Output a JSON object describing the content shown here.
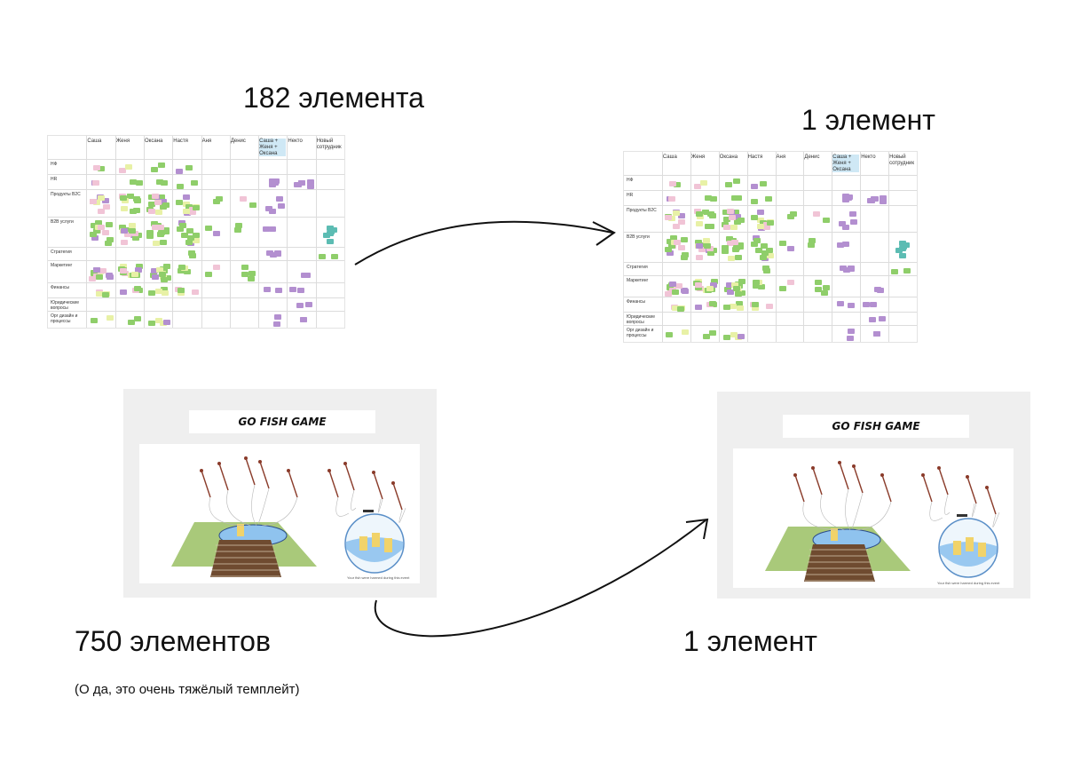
{
  "labels": {
    "top_left_count": "182 элемента",
    "top_right_count": "1 элемент",
    "bottom_left_count": "750 элементов",
    "bottom_right_count": "1 элемент",
    "bottom_note": "(О да, это очень тяжёлый темплейт)"
  },
  "board": {
    "columns": [
      "Саша",
      "Женя",
      "Оксана",
      "Настя",
      "Аня",
      "Денис",
      "Саша + Женя + Оксана",
      "Некто",
      "Новый сотрудник"
    ],
    "rows": [
      "НФ",
      "HR",
      "Продукты B2C",
      "B2B услуги",
      "Стратегия",
      "Маркетинг",
      "Финансы",
      "Юридические вопросы",
      "Орг дизайн и процессы"
    ],
    "highlight_column": "Саша + Женя + Оксана",
    "sticky_colors": {
      "green": "#8fce6a",
      "pink": "#f1c4d6",
      "purple": "#b38fd0",
      "teal": "#5cbcb3",
      "yellow": "#e8f1a6"
    }
  },
  "game": {
    "title": "GO FISH GAME",
    "caption": "Your fish were harmed during this event",
    "colors": {
      "grass": "#a9c97a",
      "water": "#8fc3ee",
      "dock": "#6f4b30",
      "rod": "#8a3b2a"
    }
  }
}
